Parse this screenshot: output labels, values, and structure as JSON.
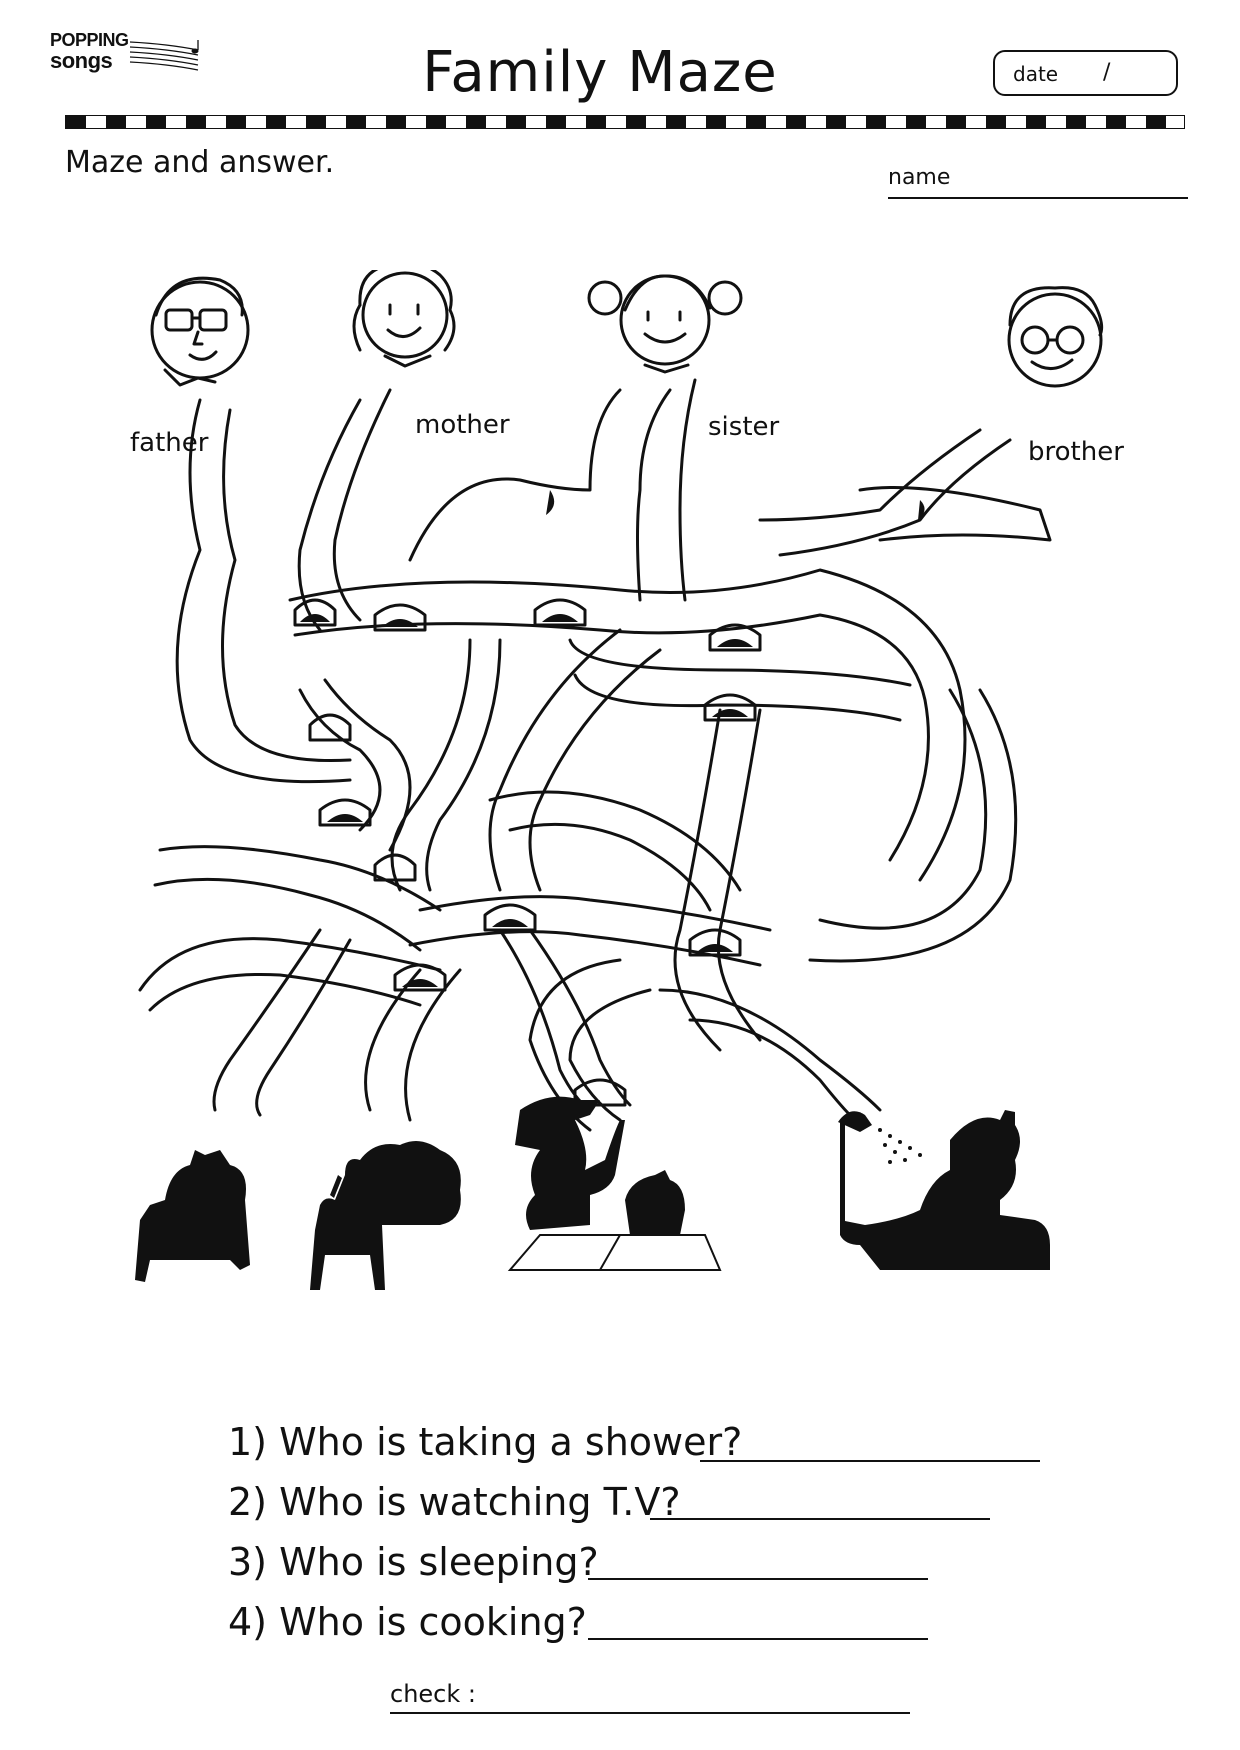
{
  "header": {
    "logo_line1": "POPPING",
    "logo_line2": "songs",
    "title": "Family Maze",
    "date_label": "date",
    "date_separator": "/"
  },
  "instruction": "Maze and answer.",
  "name_label": "name",
  "people": [
    {
      "label": "father"
    },
    {
      "label": "mother"
    },
    {
      "label": "sister"
    },
    {
      "label": "brother"
    }
  ],
  "activities": [
    {
      "icon": "sleeping-in-bed-icon"
    },
    {
      "icon": "watching-tv-icon"
    },
    {
      "icon": "cooking-icon"
    },
    {
      "icon": "taking-shower-icon"
    }
  ],
  "questions": [
    {
      "text": "1) Who is taking a shower?"
    },
    {
      "text": "2) Who is watching T.V?"
    },
    {
      "text": "3) Who is sleeping?"
    },
    {
      "text": "4) Who is cooking?"
    }
  ],
  "check_label": "check :"
}
